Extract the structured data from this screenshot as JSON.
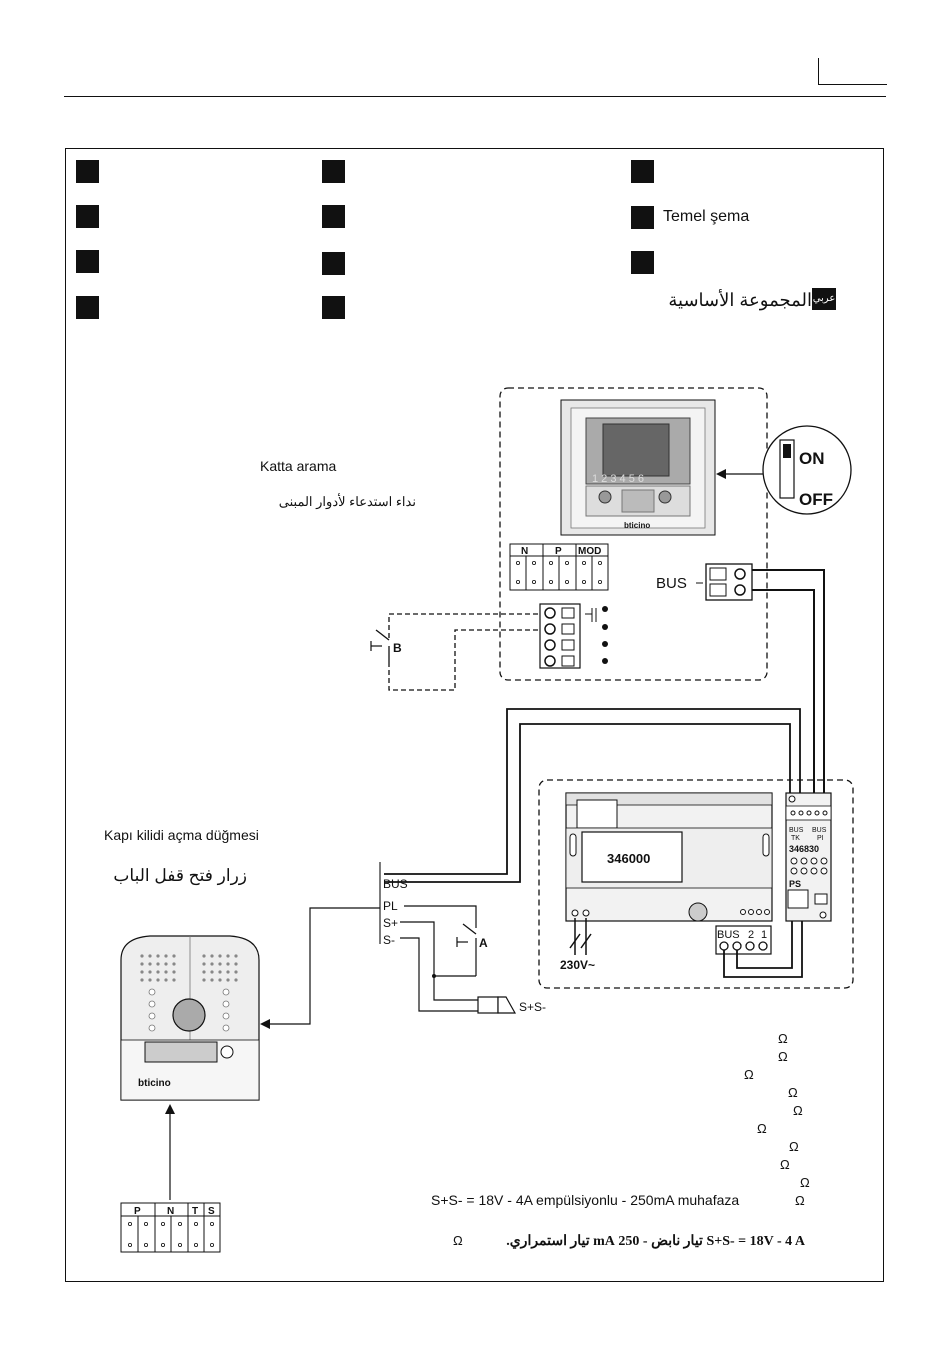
{
  "header": {
    "lang_squares": 11
  },
  "labels": {
    "title_tr": "Temel şema",
    "title_ar": "المجموعة الأساسية",
    "ar_badge": "عربي",
    "floor_call_tr": "Katta arama",
    "floor_call_ar": "نداء استدعاء لأدوار المبنى",
    "door_button_tr": "Kapı kilidi açma düğmesi",
    "door_button_ar": "زرار فتح قفل الباب",
    "on": "ON",
    "off": "OFF",
    "bus": "BUS",
    "switch_b": "B",
    "switch_a": "A",
    "term_bus": "BUS",
    "term_pl": "PL",
    "term_splus": "S+",
    "term_sminus": "S-",
    "lock": "S+S-",
    "mains": "230V~",
    "psu_code": "346000",
    "psu_bus": "BUS",
    "psu_2": "2",
    "psu_1": "1",
    "sub_code": "346830",
    "sub_bus_tk": "BUS",
    "sub_tk": "TK",
    "sub_bus_pi": "BUS",
    "sub_pi": "PI",
    "sub_ps": "PS",
    "monitor_brand": "bticino",
    "panel_brand": "bticino",
    "monitor_keys": "1 2 3 4 5 6",
    "mon_terms": [
      "N",
      "P",
      "MOD"
    ],
    "panel_terms": [
      "P",
      "N",
      "T",
      "S"
    ],
    "omega": "Ω",
    "spec_tr": "S+S-  = 18V - 4A empülsiyonlu - 250mA muhafaza",
    "spec_ar": "S+S- = 18V - 4 A تيار نابض - 250 mA تيار استمراري."
  }
}
